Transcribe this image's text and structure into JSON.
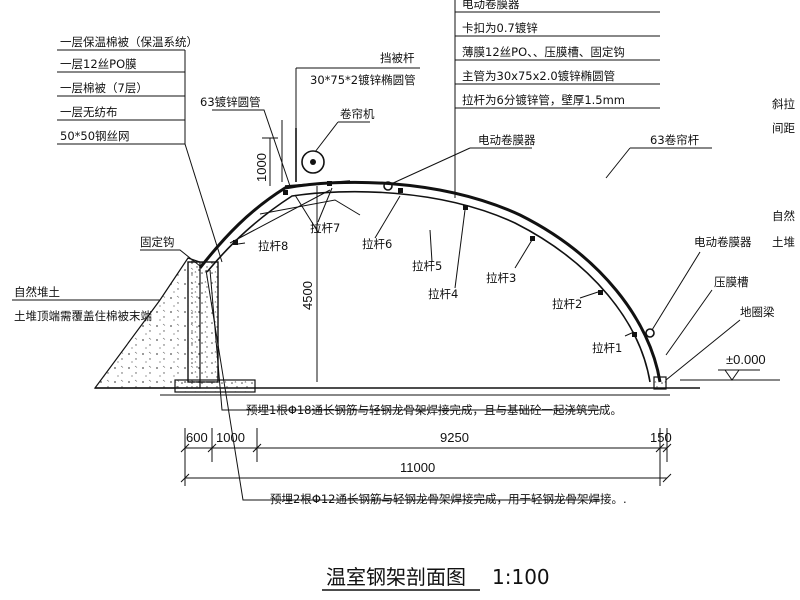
{
  "left_labels": [
    "一层保温棉被（保温系统）",
    "一层12丝PO膜",
    "一层棉被（7层）",
    "一层无纺布",
    "50*50钢丝网"
  ],
  "top_right_labels": [
    "电动卷膜器",
    "卡扣为0.7镀锌",
    "薄膜12丝PO、、压膜槽、固定钩",
    "主管为30x75x2.0镀锌椭圆管",
    "拉杆为6分镀锌管，壁厚1.5mm"
  ],
  "far_right_labels": [
    "斜拉",
    "间距",
    "自然",
    "土堆"
  ],
  "parts": {
    "block_rod": "挡被杆",
    "block_rod_spec": "30*75*2镀锌椭圆管",
    "pipe63": "63镀锌圆管",
    "roller": "卷帘机",
    "motor_top": "电动卷膜器",
    "rod63": "63卷帘杆",
    "fix_hook": "固定钩",
    "natural_soil": "自然堆土",
    "soil_note": "土堆顶端需覆盖住棉被末端",
    "motor_right": "电动卷膜器",
    "film_groove": "压膜槽",
    "ground_beam": "地圈梁",
    "elevation": "±0.000"
  },
  "tie_rods": [
    "拉杆1",
    "拉杆2",
    "拉杆3",
    "拉杆4",
    "拉杆5",
    "拉杆6",
    "拉杆7",
    "拉杆8"
  ],
  "dimensions": {
    "h1000": "1000",
    "h4500": "4500",
    "d600": "600",
    "d1000": "1000",
    "d9250": "9250",
    "d150": "150",
    "d11000": "11000"
  },
  "notes": {
    "embed1": "预埋1根Φ18通长钢筋与轻钢龙骨架焊接完成，且与基础砼一起浇筑完成。",
    "embed2": "预埋2根Φ12通长钢筋与轻钢龙骨架焊接完成，用于轻钢龙骨架焊接。."
  },
  "title": "温室钢架剖面图",
  "scale": "1:100"
}
